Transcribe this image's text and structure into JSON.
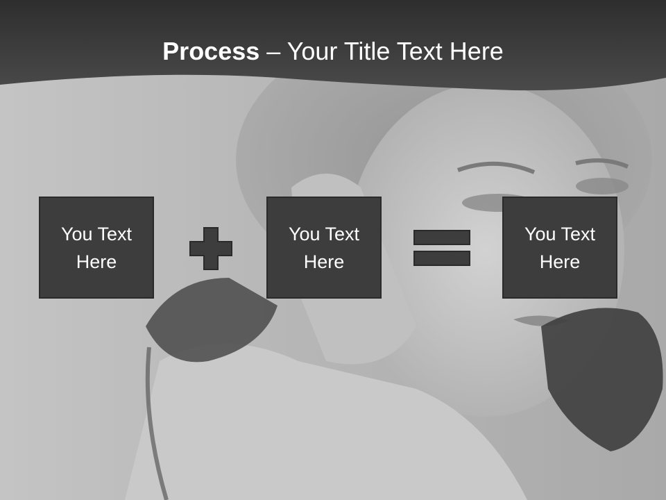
{
  "slide": {
    "title_bold": "Process",
    "title_rest": " – Your Title Text Here",
    "boxes": [
      {
        "text": "You Text\nHere"
      },
      {
        "text": "You Text\nHere"
      },
      {
        "text": "You Text\nHere"
      }
    ],
    "operators": [
      "plus-icon",
      "equals-icon"
    ]
  },
  "colors": {
    "header": "#3a3a3a",
    "box_fill": "#3d3d3d",
    "box_border": "#2a2a2a",
    "background": "#b9b9b9",
    "text": "#ffffff"
  }
}
